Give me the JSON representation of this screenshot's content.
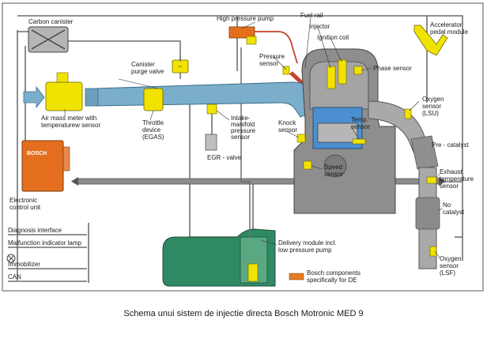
{
  "caption": "Schema unui sistem de injectie directa Bosch Motronic MED 9",
  "labels": {
    "carbon_canister": "Carbon canister",
    "high_pressure_pump": "High pressure pump",
    "fuel_rail": "Fuel rail",
    "injector": "Injector",
    "ignition_coil": "Ignition coil",
    "accelerator_module": [
      "Accelerator",
      "pedal module"
    ],
    "canister_valve": [
      "Canister",
      "purge valve"
    ],
    "pressure_sensor": [
      "Pressure",
      "sensor"
    ],
    "phase_sensor": "Phase sensor",
    "air_mass_meter": [
      "Air mass meter with",
      "temperaturew sensor"
    ],
    "throttle_device": [
      "Throttle",
      "device",
      "(EGAS)"
    ],
    "intake_manifold_sensor": [
      "Intake-",
      "manifold",
      "pressure",
      "sensor"
    ],
    "knock_sensor": [
      "Knock",
      "sensor"
    ],
    "temp_sensor": [
      "Temp.",
      "sensor"
    ],
    "oxygen_sensor_lsu": [
      "Oxygen",
      "sensor",
      "(LSU)"
    ],
    "pre_catalyst": "Pre - catalyst",
    "egr_valve": "EGR - valve",
    "speed_sensor": [
      "Speed",
      "sensor"
    ],
    "exhaust_temp_sensor": [
      "Exhaust",
      "temperature",
      "sensor"
    ],
    "ecu": [
      "Electronic",
      "control unit"
    ],
    "ecu_brand": "BOSCH",
    "nox_catalyst": [
      "No",
      "catalyst"
    ],
    "diagnosis_interface": "Diagnosis interface",
    "malfunction_lamp": "Malfunction indicator lamp",
    "immobilizer": "Immobilizer",
    "can": "CAN",
    "delivery_module": [
      "Delivery module incl.",
      "low pressure pump"
    ],
    "bosch_components": [
      "Bosch components",
      "specifically for DE"
    ],
    "oxygen_sensor_lsf": [
      "Oxygen",
      "sensor",
      "(LSF)"
    ]
  },
  "colors": {
    "intake_air": "#7aaecb",
    "component_yellow": "#f1e300",
    "ecu_orange": "#e36f1e",
    "fuel_tank": "#2f8a63",
    "engine_grey": "#8e8e8e",
    "exhaust_grey": "#a9a9a9",
    "fuel_line_red": "#c8402c",
    "wire_grey": "#6f6f6f",
    "bosch_de_legend": "#e87a21"
  }
}
